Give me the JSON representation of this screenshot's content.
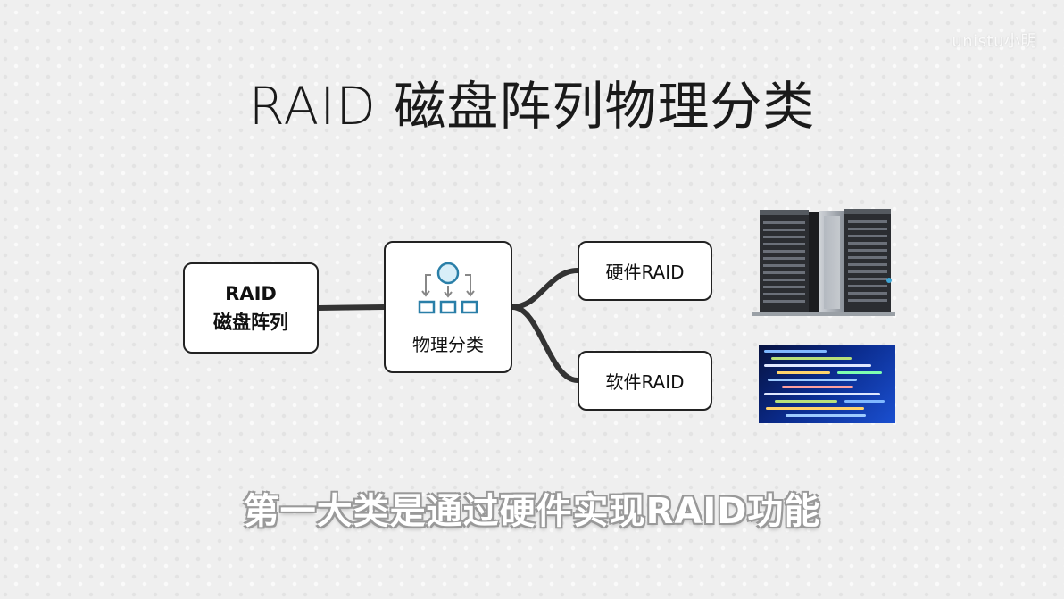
{
  "watermark": "unistu小明",
  "title": "RAID 磁盘阵列物理分类",
  "root_node": {
    "line1": "RAID",
    "line2": "磁盘阵列"
  },
  "category_node": {
    "label": "物理分类",
    "icon": "hierarchy-icon"
  },
  "branches": [
    {
      "label": "硬件RAID",
      "image": "server-rack-image"
    },
    {
      "label": "软件RAID",
      "image": "code-screen-image"
    }
  ],
  "subtitle": "第一大类是通过硬件实现RAID功能",
  "colors": {
    "border": "#222222",
    "connector": "#333333",
    "icon_accent": "#2a7fa8",
    "icon_fill": "#d8eef8",
    "code_background": "#0a2a8a"
  }
}
